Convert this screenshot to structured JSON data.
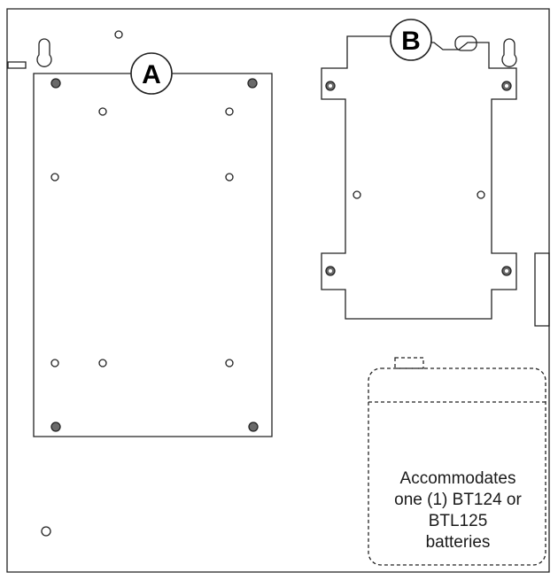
{
  "callouts": {
    "a_label": "A",
    "b_label": "B"
  },
  "battery_note": {
    "line1": "Accommodates",
    "line2": "one (1) BT124 or",
    "line3": "BTL125",
    "line4": "batteries"
  },
  "colors": {
    "line": "#222222",
    "filled_hole": "#6a6a6a",
    "background": "#ffffff"
  }
}
